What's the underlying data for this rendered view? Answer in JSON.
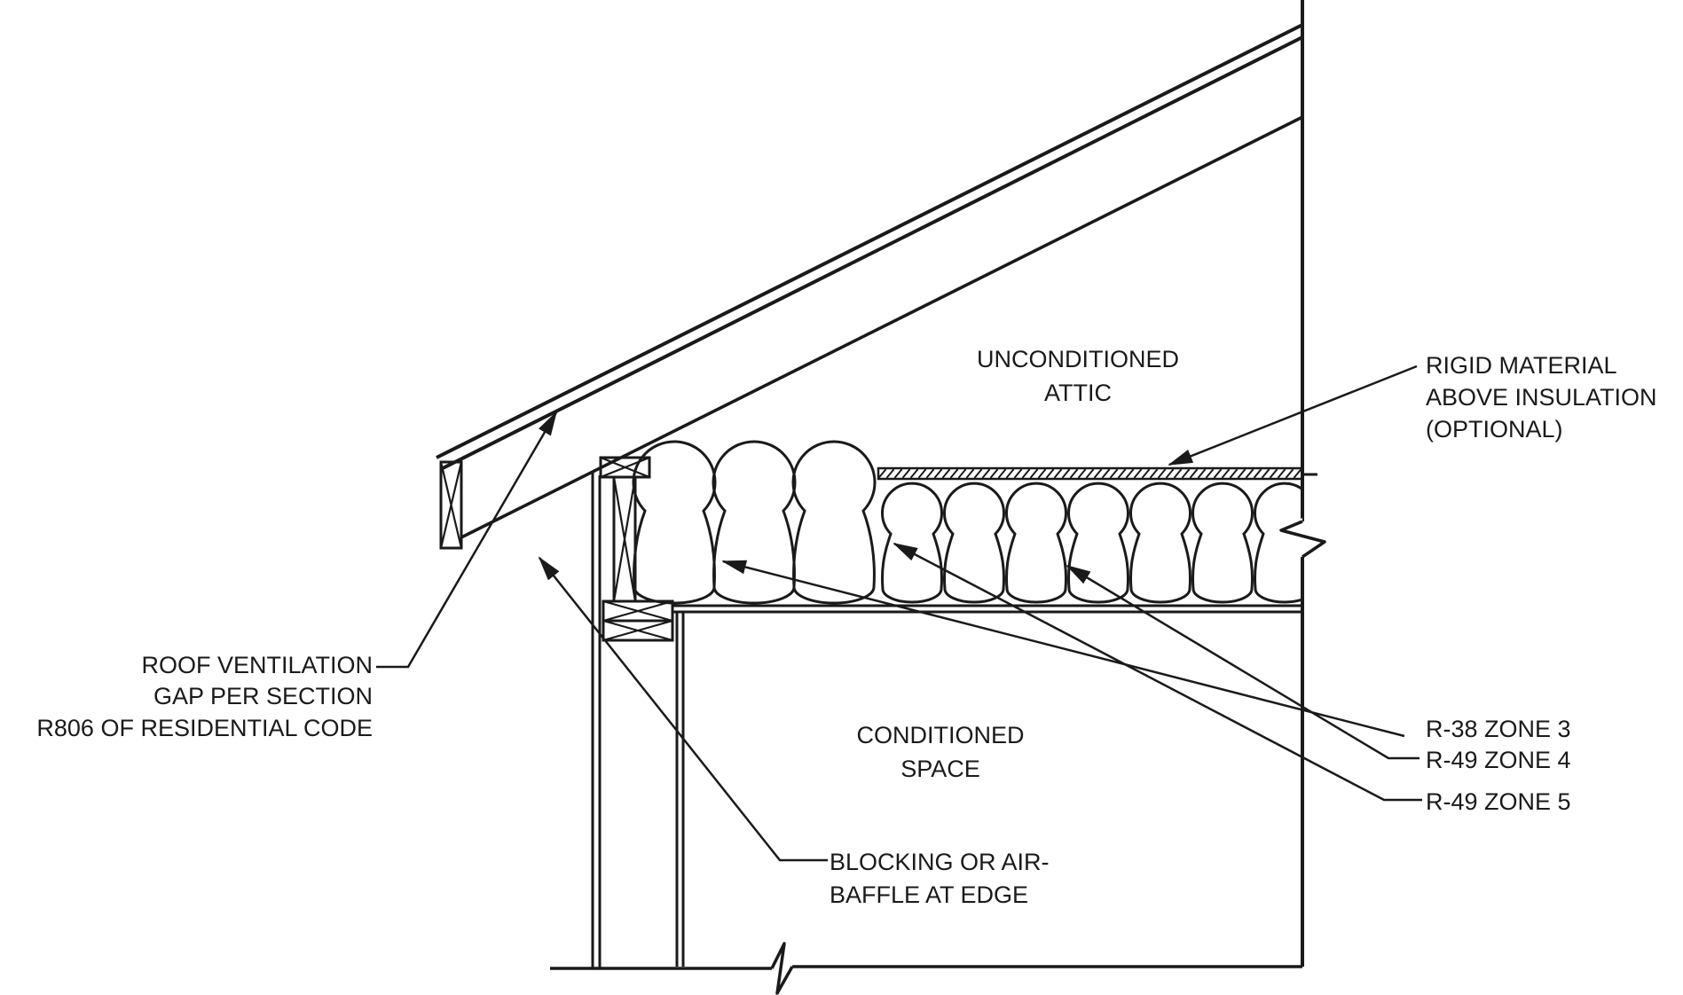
{
  "diagram": {
    "attic_label": [
      "UNCONDITIONED",
      "ATTIC"
    ],
    "space_label": [
      "CONDITIONED",
      "SPACE"
    ],
    "rigid_label": [
      "RIGID MATERIAL",
      "ABOVE INSULATION",
      "(OPTIONAL)"
    ],
    "vent_label": [
      "ROOF VENTILATION",
      "GAP PER SECTION",
      "R806 OF RESIDENTIAL CODE"
    ],
    "blocking_label": [
      "BLOCKING OR AIR-",
      "BAFFLE AT EDGE"
    ],
    "zone_labels": [
      "R-38 ZONE 3",
      "R-49 ZONE 4",
      "R-49 ZONE 5"
    ],
    "colors": {
      "line": "#1a1a1a",
      "background": "#ffffff"
    }
  }
}
